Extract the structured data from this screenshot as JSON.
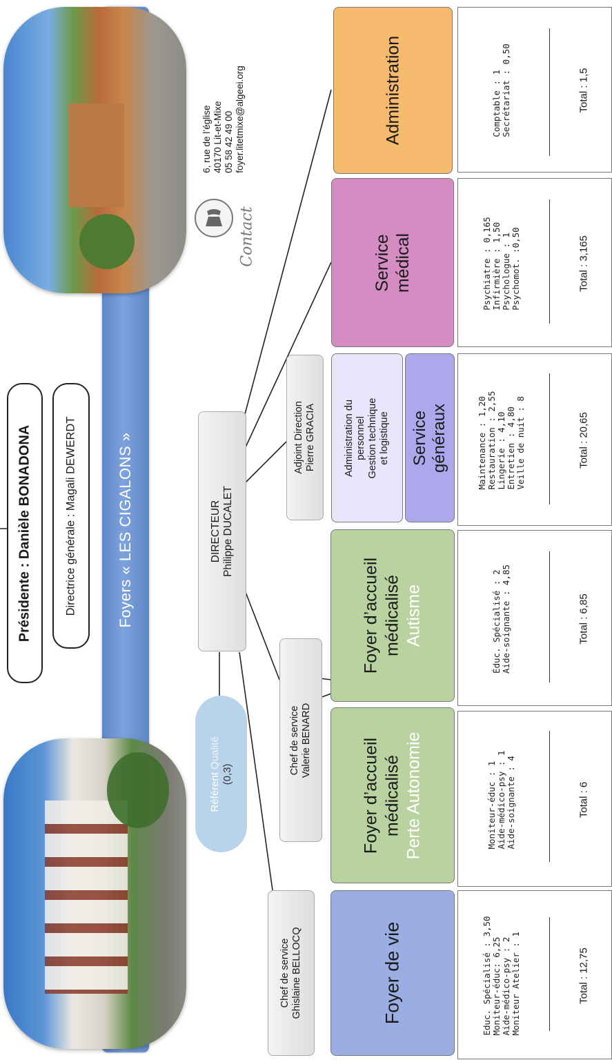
{
  "president": "Présidente : Danièle BONADONA",
  "directrice": "Directrice générale : Magali DEWERDT",
  "foyers_title": "Foyers « LES CIGALONS »",
  "contact": {
    "label": "Contact",
    "lines": [
      "6, rue de l’église",
      "40170 Lit-et-Mixe",
      "05 58 42 49 00",
      "foyer.litetmixe@algeei.org"
    ]
  },
  "directeur": {
    "title": "DIRECTEUR",
    "name": "Philippe DUCALET"
  },
  "referent": {
    "prefix": "Référent ",
    "word": "Qualité",
    "value": "(0,3)"
  },
  "chef1": {
    "title": "Chef de service",
    "name": "Ghislaine BELLOCQ"
  },
  "chef2": {
    "title": "Chef de service",
    "name": "Valerie BENARD"
  },
  "adjoint": {
    "title": "Adjoint Direction",
    "name": "Pierre GRACIA"
  },
  "services": {
    "foyer_vie": {
      "title": "Foyer de vie",
      "staff": [
        "Educ. Spécialisé : 3,50",
        "Moniteur-éduc: 6,25",
        "Aide-médico-psy : 2",
        "Moniteur Atelier : 1"
      ],
      "total": "Total : 12,75"
    },
    "fam_perte": {
      "title_lines": [
        "Foyer d’accueil",
        "médicalisé"
      ],
      "subtitle": "Perte Autonomie",
      "staff": [
        "Moniteur-éduc : 1",
        "Aide-médico-psy : 1",
        "Aide-soignante : 4"
      ],
      "total": "Total : 6"
    },
    "fam_autisme": {
      "title_lines": [
        "Foyer d’accueil",
        "médicalisé"
      ],
      "subtitle": "Autisme",
      "staff": [
        "Éduc. Spécialisé : 2",
        "Aide-soignante : 4,85"
      ],
      "total": "Total : 6,85"
    },
    "generaux": {
      "admin_lines": [
        "Administration du",
        "personnel",
        "Gestion technique",
        "et logistique"
      ],
      "title_lines": [
        "Service",
        "généraux"
      ],
      "staff": [
        "Maintenance : 1,20",
        "Restauration : 2,55",
        "Lingerie : 4,10",
        "Entretien : 4,80",
        "Veille de nuit : 8"
      ],
      "total": "Total : 20,65"
    },
    "medical": {
      "title_lines": [
        "Service",
        "médical"
      ],
      "staff": [
        "Psychiatre : 0,165",
        "Infirmière : 1,50",
        "Psychologue : 1",
        "Psychomot. :0,50"
      ],
      "total": "Total : 3,165"
    },
    "administration": {
      "title": "Administration",
      "staff": [
        "Comptable : 1",
        "Secrétariat : 0,50"
      ],
      "total": "Total : 1,5"
    }
  },
  "colors": {
    "band": "#6f93d2",
    "foyer_vie": "#9aaee4",
    "fam": "#b9d3a0",
    "generaux_light": "#e8e6fa",
    "generaux": "#ada8ec",
    "medical": "#d48cc3",
    "administration": "#f5ba6e",
    "referent": "#b8d3ea"
  }
}
